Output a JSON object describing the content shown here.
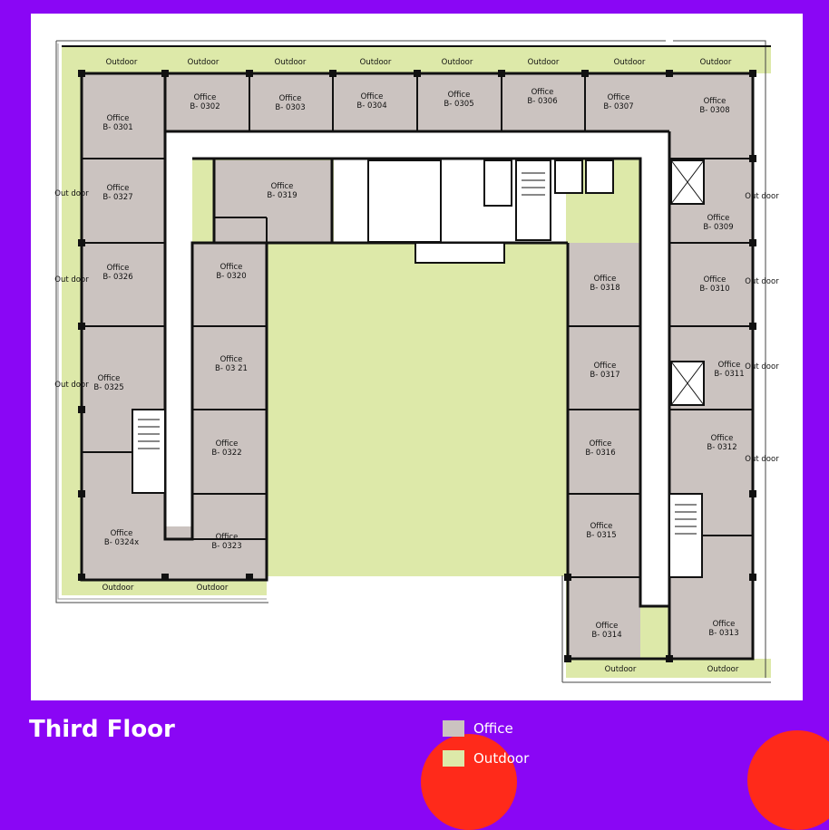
{
  "floor_title": "Third Floor",
  "colors": {
    "background": "#8a06f5",
    "office": "#cbc3c0",
    "outdoor": "#dde9a9",
    "wall": "#111111",
    "accent_blob": "#ff2a1a"
  },
  "legend": [
    {
      "label": "Office",
      "color": "#cbc3c0"
    },
    {
      "label": "Outdoor",
      "color": "#dde9a9"
    }
  ],
  "outdoor_labels": {
    "top": [
      "Outdoor",
      "Outdoor",
      "Outdoor",
      "Outdoor",
      "Outdoor",
      "Outdoor",
      "Outdoor",
      "Outdoor"
    ],
    "bottom_left": [
      "Outdoor",
      "Outdoor"
    ],
    "bottom_right": [
      "Outdoor",
      "Outdoor"
    ],
    "side_left": [
      "Out door",
      "Out door",
      "Out door"
    ],
    "side_right": [
      "Out door",
      "Out door",
      "Out door",
      "Out door"
    ]
  },
  "offices": [
    {
      "word": "Office",
      "code": "B- 0301"
    },
    {
      "word": "Office",
      "code": "B- 0302"
    },
    {
      "word": "Office",
      "code": "B- 0303"
    },
    {
      "word": "Office",
      "code": "B- 0304"
    },
    {
      "word": "Office",
      "code": "B- 0305"
    },
    {
      "word": "Office",
      "code": "B- 0306"
    },
    {
      "word": "Office",
      "code": "B- 0307"
    },
    {
      "word": "Office",
      "code": "B- 0308"
    },
    {
      "word": "Office",
      "code": "B- 0309"
    },
    {
      "word": "Office",
      "code": "B- 0310"
    },
    {
      "word": "Office",
      "code": "B- 0311"
    },
    {
      "word": "Office",
      "code": "B- 0312"
    },
    {
      "word": "Office",
      "code": "B- 0313"
    },
    {
      "word": "Office",
      "code": "B- 0314"
    },
    {
      "word": "Office",
      "code": "B- 0315"
    },
    {
      "word": "Office",
      "code": "B- 0316"
    },
    {
      "word": "Office",
      "code": "B- 0317"
    },
    {
      "word": "Office",
      "code": "B- 0318"
    },
    {
      "word": "Office",
      "code": "B- 0319"
    },
    {
      "word": "Office",
      "code": "B- 0320"
    },
    {
      "word": "Office",
      "code": "B- 03 21"
    },
    {
      "word": "Office",
      "code": "B- 0322"
    },
    {
      "word": "Office",
      "code": "B- 0323"
    },
    {
      "word": "Office",
      "code": "B- 0324x"
    },
    {
      "word": "Office",
      "code": "B- 0325"
    },
    {
      "word": "Office",
      "code": "B- 0326"
    },
    {
      "word": "Office",
      "code": "B- 0327"
    }
  ]
}
